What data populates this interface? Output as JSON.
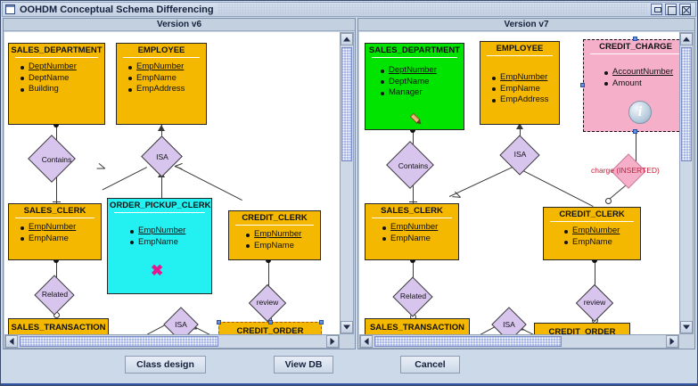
{
  "window": {
    "title": "OOHDM Conceptual Schema Differencing",
    "icon": "window-icon",
    "controls": [
      {
        "name": "minimize-button",
        "icon": "minimize-icon"
      },
      {
        "name": "maximize-button",
        "icon": "maximize-icon"
      },
      {
        "name": "close-button",
        "icon": "close-icon"
      }
    ]
  },
  "panes": {
    "left": {
      "header": "Version v6",
      "entities": [
        {
          "name": "SALES_DEPARTMENT",
          "attrs": [
            "DeptNumber",
            "DeptName",
            "Building"
          ],
          "key": "DeptNumber",
          "color": "#f5b800"
        },
        {
          "name": "EMPLOYEE",
          "attrs": [
            "EmpNumber",
            "EmpName",
            "EmpAddress"
          ],
          "key": "EmpNumber",
          "color": "#f5b800"
        },
        {
          "name": "SALES_CLERK",
          "attrs": [
            "EmpNumber",
            "EmpName"
          ],
          "key": "EmpNumber",
          "color": "#f5b800"
        },
        {
          "name": "ORDER_PICKUP_CLERK",
          "attrs": [
            "EmpNumber",
            "EmpName"
          ],
          "key": "EmpNumber",
          "color": "#23f0f0",
          "marker": "deleted-x-marker"
        },
        {
          "name": "CREDIT_CLERK",
          "attrs": [
            "EmpNumber",
            "EmpName"
          ],
          "key": "EmpNumber",
          "color": "#f5b800"
        },
        {
          "name": "SALES_TRANSACTION",
          "attrs": [],
          "key": "",
          "color": "#f5b800"
        },
        {
          "name": "CREDIT_ORDER",
          "attrs": [],
          "key": "",
          "color": "#f5b800",
          "selected": true
        }
      ],
      "relationships": [
        "Contains",
        "ISA",
        "Related",
        "review",
        "ISA"
      ]
    },
    "right": {
      "header": "Version v7",
      "entities": [
        {
          "name": "SALES_DEPARTMENT",
          "attrs": [
            "DeptNumber",
            "DeptName",
            "Manager"
          ],
          "key": "DeptNumber",
          "color": "#00e400",
          "marker": "modified-pencil-marker"
        },
        {
          "name": "EMPLOYEE",
          "attrs": [
            "EmpNumber",
            "EmpName",
            "EmpAddress"
          ],
          "key": "EmpNumber",
          "color": "#f5b800"
        },
        {
          "name": "CREDIT_CHARGE",
          "attrs": [
            "AccountNumber",
            "Amount"
          ],
          "key": "AccountNumber",
          "color": "#f5afc8",
          "marker": "info-marker",
          "selected": true
        },
        {
          "name": "SALES_CLERK",
          "attrs": [
            "EmpNumber",
            "EmpName"
          ],
          "key": "EmpNumber",
          "color": "#f5b800"
        },
        {
          "name": "CREDIT_CLERK",
          "attrs": [
            "EmpNumber",
            "EmpName"
          ],
          "key": "EmpNumber",
          "color": "#f5b800"
        },
        {
          "name": "SALES_TRANSACTION",
          "attrs": [],
          "key": "",
          "color": "#f5b800"
        },
        {
          "name": "CREDIT_ORDER",
          "attrs": [],
          "key": "",
          "color": "#f5b800"
        }
      ],
      "relationships": [
        "Contains",
        "ISA",
        "Related",
        "review",
        "ISA"
      ],
      "inserted_label": "charge (INSERTED)"
    }
  },
  "buttons": {
    "class_design": "Class design",
    "view_db": "View DB",
    "cancel": "Cancel"
  }
}
